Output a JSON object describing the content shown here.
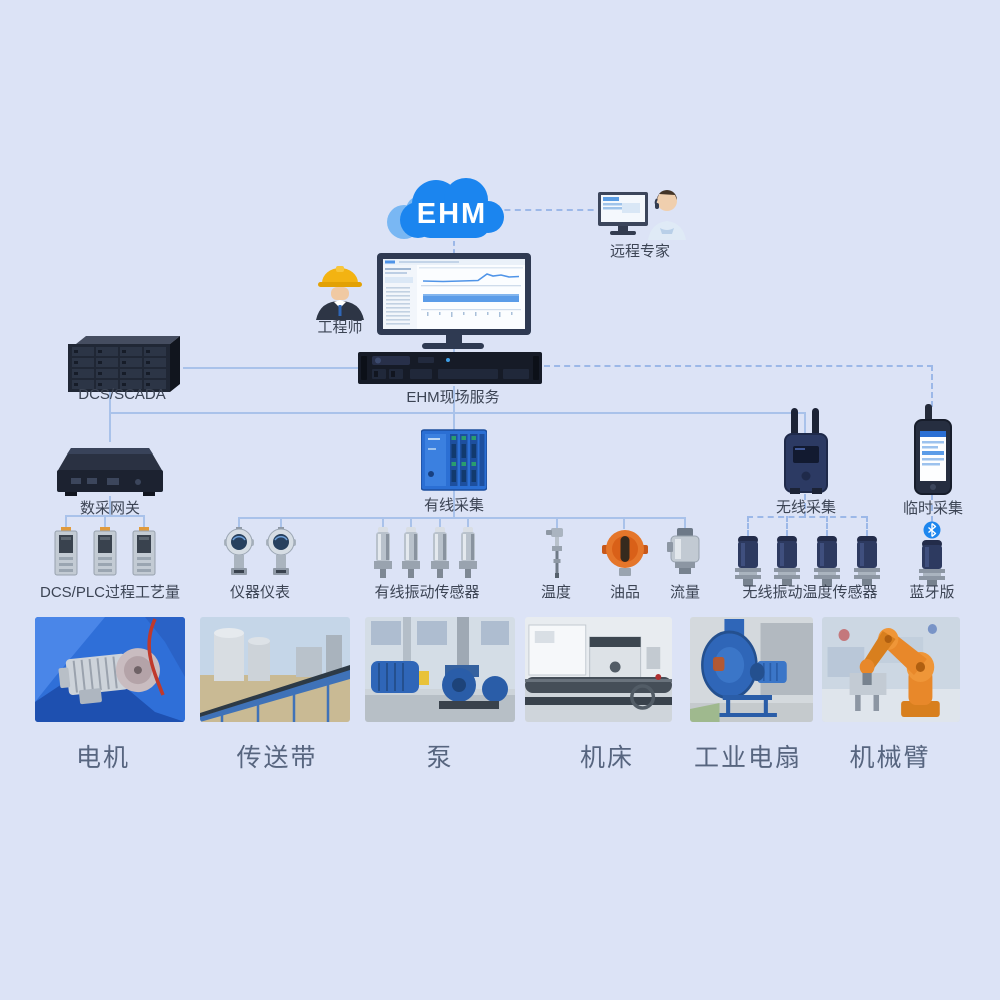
{
  "colors": {
    "background": "#dce3f6",
    "cloud_blue": "#1b85ef",
    "solid_line": "#a9c2ea",
    "dashed_line": "#9cb8e8",
    "label_dark": "#3c4454",
    "label_bottom": "#57657f",
    "oil_orange": "#e5762a",
    "bluetooth_blue": "#1d86ee"
  },
  "cloud": {
    "label": "EHM"
  },
  "remote_expert": {
    "label": "远程专家"
  },
  "engineer": {
    "label": "工程师"
  },
  "dcs_scada": {
    "label": "DCS/SCADA"
  },
  "field_server": {
    "label": "EHM现场服务"
  },
  "collectors": {
    "gateway": {
      "label": "数采网关"
    },
    "wired": {
      "label": "有线采集"
    },
    "wireless": {
      "label": "无线采集"
    },
    "portable": {
      "label": "临时采集"
    }
  },
  "sensors": {
    "plc": {
      "label": "DCS/PLC过程工艺量",
      "count": 3
    },
    "instruments": {
      "label": "仪器仪表",
      "count": 2
    },
    "wired_vibration": {
      "label": "有线振动传感器",
      "count": 4
    },
    "temperature": {
      "label": "温度"
    },
    "oil": {
      "label": "油品"
    },
    "flow": {
      "label": "流量"
    },
    "wireless_vibration": {
      "label": "无线振动温度传感器",
      "count": 4
    },
    "bluetooth": {
      "label": "蓝牙版"
    }
  },
  "equipment": [
    {
      "label": "电机"
    },
    {
      "label": "传送带"
    },
    {
      "label": "泵"
    },
    {
      "label": "机床"
    },
    {
      "label": "工业电扇"
    },
    {
      "label": "机械臂"
    }
  ]
}
